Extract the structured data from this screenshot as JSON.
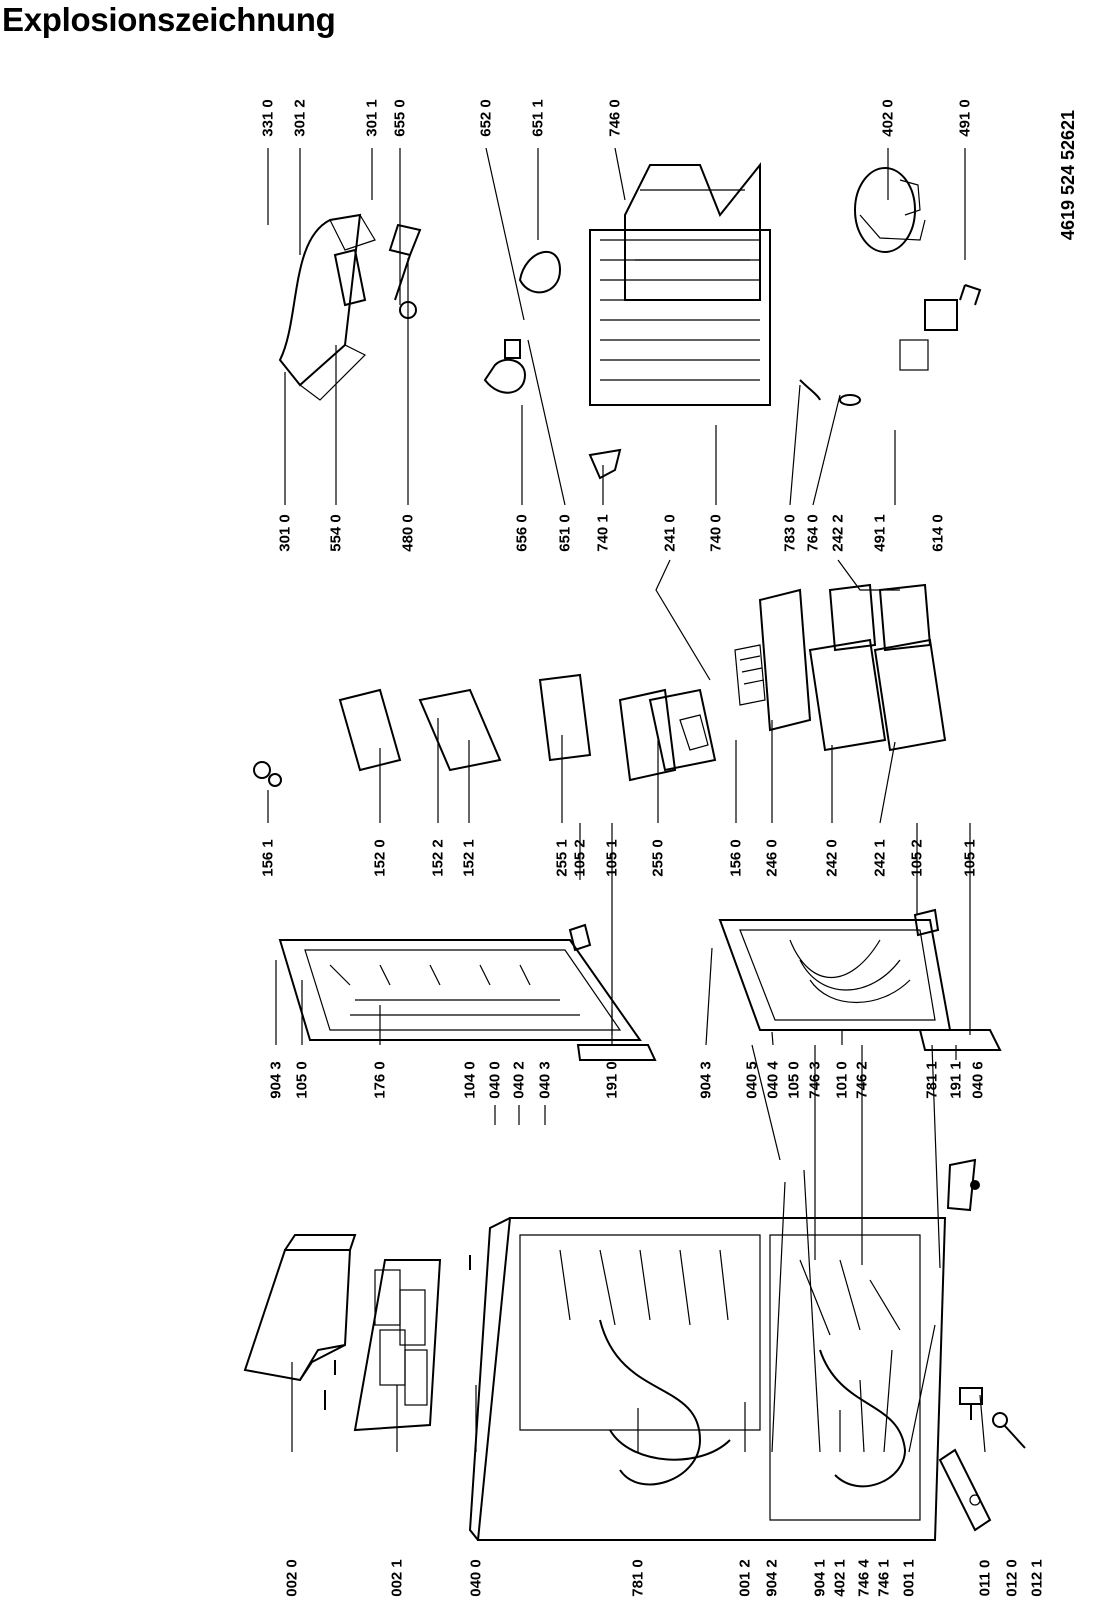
{
  "title": "Explosionszeichnung",
  "document_number": "4619 524 52621",
  "labels": {
    "c0": [
      "002 0",
      "002 1",
      "040 0",
      "781 0",
      "001 2",
      "904 2",
      "904 1",
      "402 1",
      "746 4",
      "746 1",
      "001 1",
      "011 0",
      "012 0",
      "012 1"
    ],
    "c1": [
      "904 3",
      "105 0",
      "176 0",
      "104 0",
      "040 0",
      "040 2",
      "040 3",
      "191 0",
      "904 3",
      "040 5",
      "040 4",
      "105 0",
      "746 3",
      "101 0",
      "746 2",
      "781 1",
      "191 1",
      "040 6"
    ],
    "c2": [
      "156 1",
      "152 0",
      "152 2",
      "152 1",
      "255 1",
      "105 2",
      "105 1",
      "255 0",
      "156 0",
      "246 0",
      "242 0",
      "242 1",
      "105 2",
      "105 1"
    ],
    "c3": [
      "301 0",
      "554 0",
      "480 0",
      "656 0",
      "651 0",
      "740 1",
      "241 0",
      "740 0",
      "783 0",
      "764 0",
      "242 2",
      "491 1",
      "614 0"
    ],
    "c4": [
      "331 0",
      "301 2",
      "301 1",
      "655 0",
      "652 0",
      "651 1",
      "746 0",
      "402 0",
      "491 0"
    ]
  },
  "icons": [
    "fridge-cabinet",
    "freezer-door",
    "fridge-door",
    "door-shelf",
    "glass-shelf",
    "crisper-drawer",
    "evaporator-coil",
    "condenser-grid",
    "compressor",
    "relay-box",
    "thermostat-housing",
    "hinge",
    "foot"
  ],
  "colors": {
    "ink": "#000000",
    "paper": "#ffffff"
  }
}
